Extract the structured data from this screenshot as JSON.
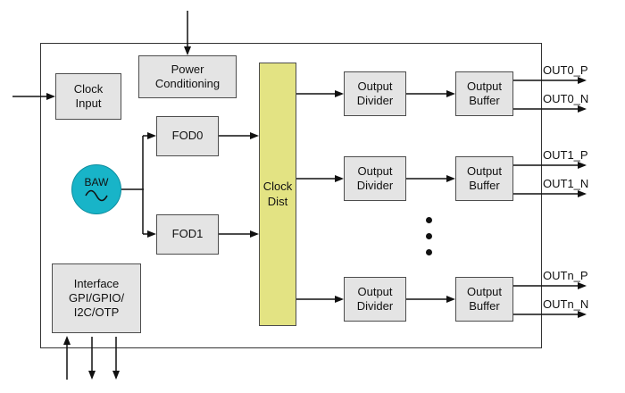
{
  "diagram": {
    "blocks": {
      "clock_input": {
        "label": "Clock\nInput"
      },
      "power_conditioning": {
        "label": "Power\nConditioning"
      },
      "baw": {
        "label": "BAW"
      },
      "fod0": {
        "label": "FOD0"
      },
      "fod1": {
        "label": "FOD1"
      },
      "clock_dist": {
        "label": "Clock\nDist"
      },
      "interface": {
        "label": "Interface\nGPI/GPIO/\nI2C/OTP"
      }
    },
    "channels": [
      {
        "divider_label": "Output\nDivider",
        "buffer_label": "Output\nBuffer",
        "out_p": "OUT0_P",
        "out_n": "OUT0_N"
      },
      {
        "divider_label": "Output\nDivider",
        "buffer_label": "Output\nBuffer",
        "out_p": "OUT1_P",
        "out_n": "OUT1_N"
      },
      {
        "divider_label": "Output\nDivider",
        "buffer_label": "Output\nBuffer",
        "out_p": "OUTn_P",
        "out_n": "OUTn_N"
      }
    ],
    "colors": {
      "block_fill": "#e4e4e4",
      "block_border": "#4d4d4d",
      "clock_dist_fill": "#e3e383",
      "baw_fill": "#18b4c8",
      "wire": "#111111"
    }
  }
}
